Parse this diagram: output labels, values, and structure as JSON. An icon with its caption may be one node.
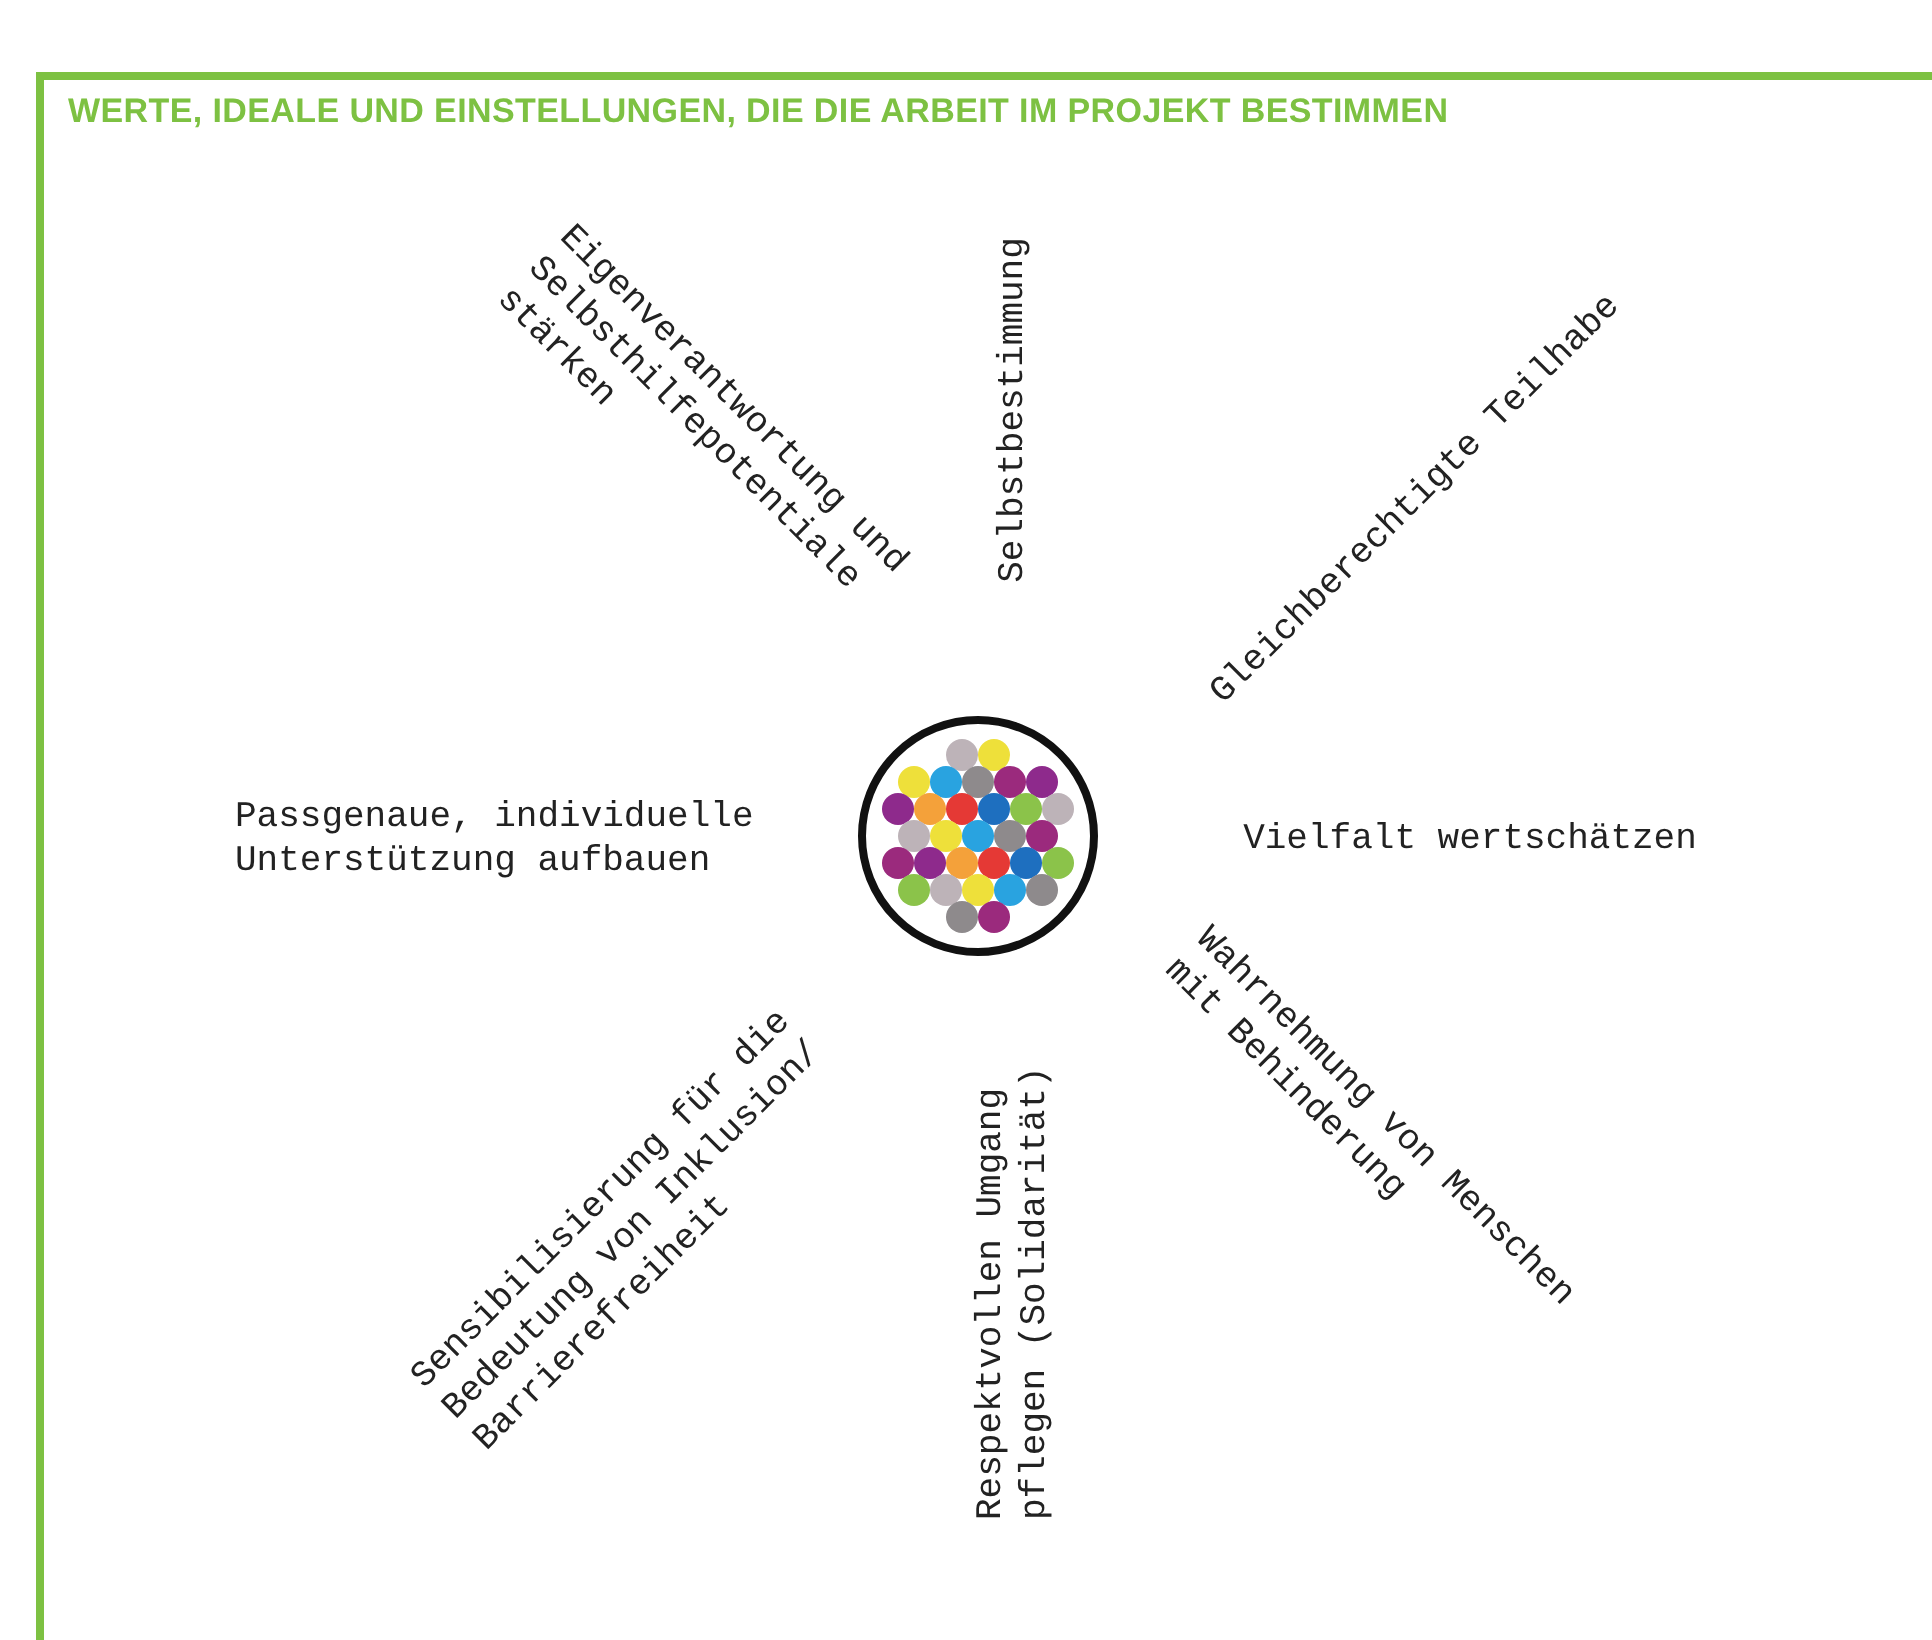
{
  "diagram": {
    "title": "WERTE, IDEALE UND EINSTELLUNGEN, DIE DIE ARBEIT IM PROJEKT BESTIMMEN",
    "labels": [
      "Eigenverantwortung und Selbsthilfepotentiale stärken",
      "Selbstbestimmung",
      "Gleichberechtigte Teilhabe",
      "Vielfalt wertschätzen",
      "Wahrnehmung von Menschen mit Behinderung",
      "Respektvollen Umgang pflegen (Solidarität)",
      "Sensibilisierung für die Bedeutung von Inklusion/ Barrierefreiheit",
      "Passgenaue, individuelle Unterstützung aufbauen"
    ]
  }
}
